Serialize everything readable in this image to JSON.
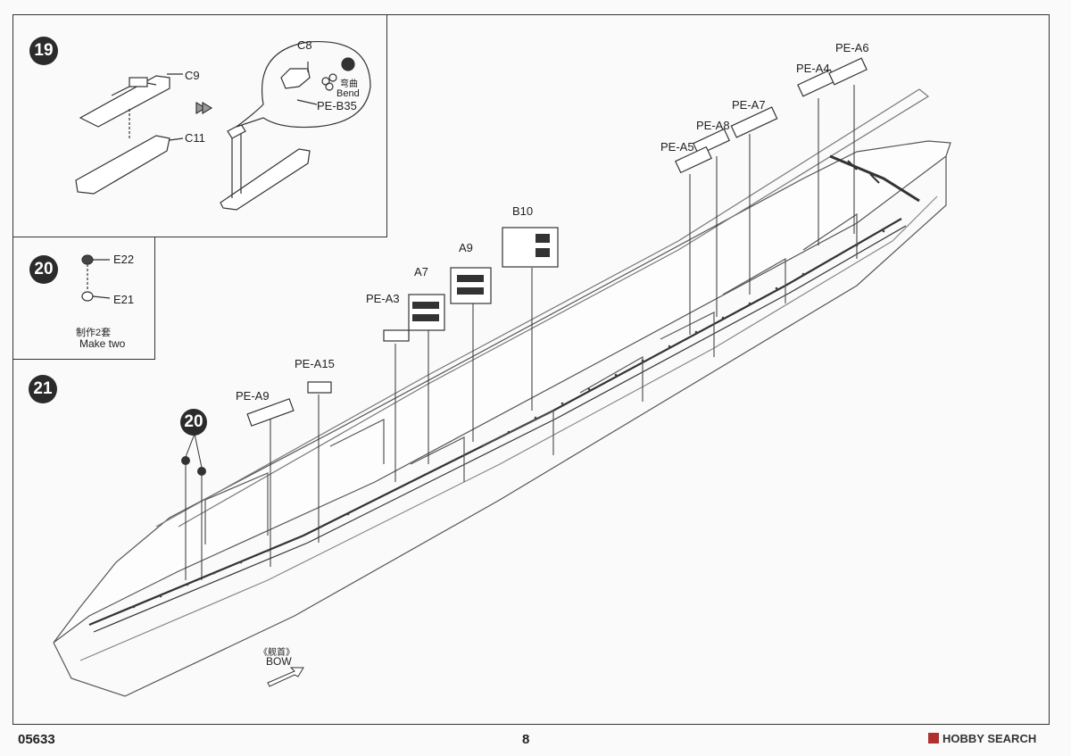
{
  "steps": {
    "s19": {
      "number": "19",
      "parts": {
        "c9": "C9",
        "c11": "C11",
        "c8": "C8",
        "pe_b35": "PE-B35"
      },
      "bend_cn": "弯曲",
      "bend_en": "Bend"
    },
    "s20": {
      "number": "20",
      "parts": {
        "e22": "E22",
        "e21": "E21"
      },
      "note_cn": "制作2套",
      "note_en": "Make two"
    },
    "s21": {
      "number": "21",
      "sub_ref": "20",
      "parts": {
        "pe_a6": "PE-A6",
        "pe_a4": "PE-A4",
        "pe_a7": "PE-A7",
        "pe_a8": "PE-A8",
        "pe_a5": "PE-A5",
        "b10": "B10",
        "a9": "A9",
        "a7": "A7",
        "pe_a3": "PE-A3",
        "pe_a15": "PE-A15",
        "pe_a9": "PE-A9"
      },
      "bow_cn": "《舰首》",
      "bow_en": "BOW"
    }
  },
  "footer": {
    "code": "05633",
    "page": "8",
    "watermark": "HOBBY SEARCH"
  }
}
